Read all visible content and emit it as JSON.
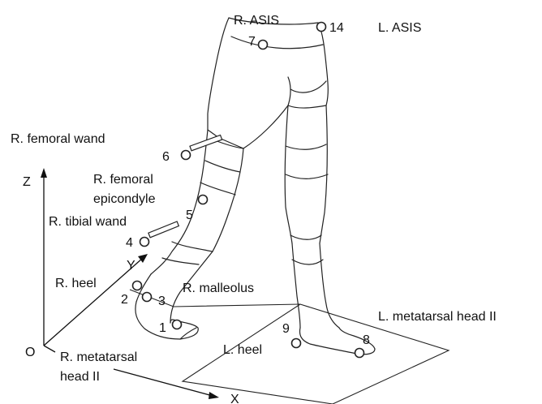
{
  "labels": {
    "r_asis": "R.  ASIS",
    "l_asis": "L. ASIS",
    "r_femoral_wand": "R. femoral wand",
    "r_femoral_epicondyle_1": "R. femoral",
    "r_femoral_epicondyle_2": "epicondyle",
    "r_tibial_wand": "R. tibial wand",
    "r_heel": "R. heel",
    "r_malleolus": "R. malleolus",
    "l_metatarsal_head": "L. metatarsal head II",
    "l_heel": "L. heel",
    "r_metatarsal_head_1": "R. metatarsal",
    "r_metatarsal_head_2": "head II"
  },
  "axes": {
    "z": "Z",
    "y": "Y",
    "x": "X",
    "origin": "O"
  },
  "markers": {
    "m1": "1",
    "m2": "2",
    "m3": "3",
    "m4": "4",
    "m5": "5",
    "m6": "6",
    "m7": "7",
    "m8": "8",
    "m9": "9",
    "m14": "14"
  }
}
